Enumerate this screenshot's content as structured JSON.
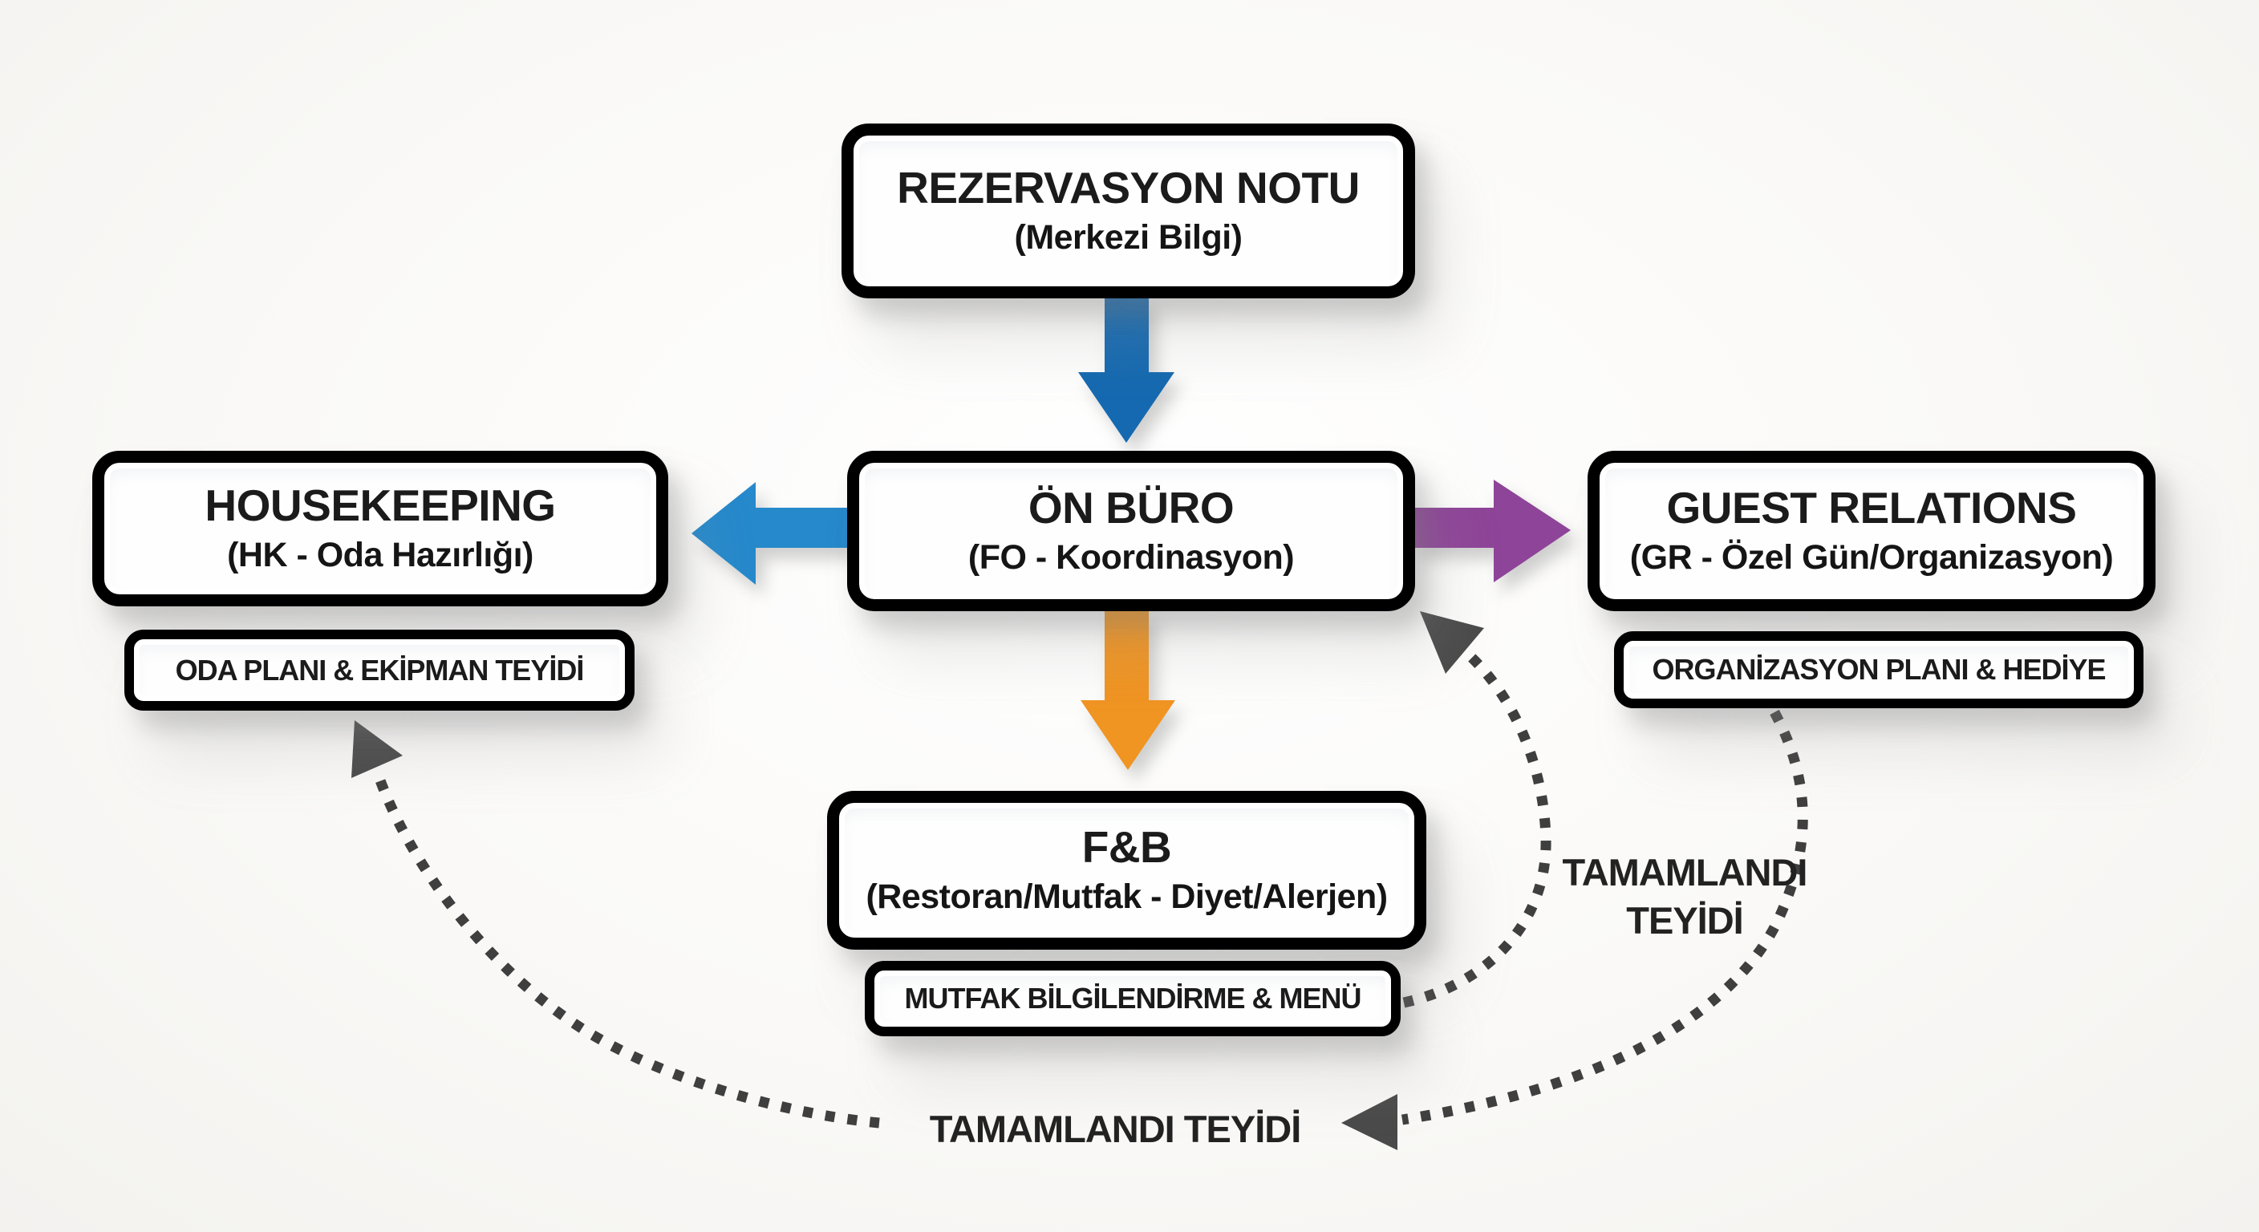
{
  "diagram": {
    "language": "tr",
    "nodes": {
      "reservation": {
        "title": "REZERVASYON NOTU",
        "subtitle": "(Merkezi Bilgi)"
      },
      "front_office": {
        "title": "ÖN BÜRO",
        "subtitle": "(FO - Koordinasyon)"
      },
      "housekeeping": {
        "title": "HOUSEKEEPING",
        "subtitle": "(HK - Oda Hazırlığı)"
      },
      "housekeeping_task": {
        "label": "ODA PLANI & EKİPMAN TEYİDİ"
      },
      "guest_relations": {
        "title": "GUEST RELATIONS",
        "subtitle": "(GR - Özel Gün/Organizasyon)"
      },
      "guest_relations_task": {
        "label": "ORGANİZASYON PLANI & HEDİYE"
      },
      "fnb": {
        "title": "F&B",
        "subtitle": "(Restoran/Mutfak - Diyet/Alerjen)"
      },
      "fnb_task": {
        "label": "MUTFAK BİLGİLENDİRME & MENÜ"
      }
    },
    "labels": {
      "confirm_right": "TAMAMLANDI\nTEYİDİ",
      "confirm_bottom": "TAMAMLANDI TEYİDİ"
    },
    "colors": {
      "blue_dark": "#1569b0",
      "blue_light": "#2689cb",
      "purple": "#8e4498",
      "orange": "#f09422",
      "dotted_line": "#3f3f3f",
      "arrowhead": "#4a4a4a",
      "text": "#1b1b1b",
      "background": "#faf9f7"
    }
  }
}
